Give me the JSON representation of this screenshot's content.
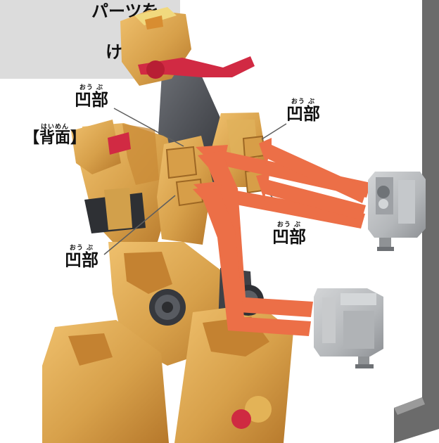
{
  "instructions": {
    "line1": "パーツを",
    "line2": "けます。"
  },
  "labels": {
    "recess_1": {
      "ruby": "おう ぶ",
      "text": "凹部"
    },
    "recess_2": {
      "ruby": "おう ぶ",
      "text": "凹部"
    },
    "recess_3": {
      "ruby": "おう ぶ",
      "text": "凹部"
    },
    "recess_4": {
      "ruby": "おう ぶ",
      "text": "凹部"
    },
    "back_view": {
      "ruby": "はいめん",
      "text": "【背面】"
    }
  },
  "colors": {
    "background": "#ffffff",
    "panel": "#dcdcdc",
    "robot_gold": "#d8a24a",
    "robot_gold_shadow": "#b67a2c",
    "robot_dark": "#3d3f45",
    "robot_red": "#cf2a41",
    "arrow": "#ec6f47",
    "part_gray": "#b8babc",
    "part_gray_dark": "#8f9295",
    "line": "#5e5e5e",
    "edge_shadow": "#6b6b6b"
  },
  "icons": {
    "robot": "robot-figure-illustration",
    "arrows": "insertion-arrows",
    "parts": "attachment-parts"
  }
}
